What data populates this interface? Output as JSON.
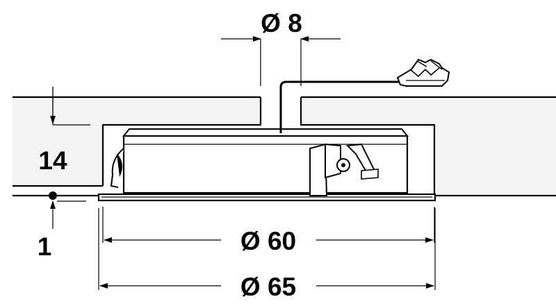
{
  "dimensions": {
    "cable_hole_diameter": "Ø 8",
    "housing_diameter": "Ø 60",
    "flange_diameter": "Ø 65",
    "panel_thickness": "14",
    "flange_thickness": "1"
  },
  "colors": {
    "panel_fill": "#f3f3f3",
    "line": "#000000",
    "background": "#ffffff"
  }
}
